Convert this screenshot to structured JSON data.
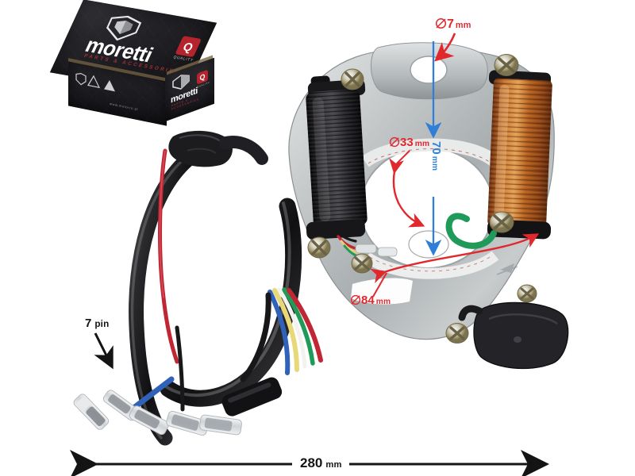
{
  "image": {
    "background_color": "#ffffff",
    "subject": "motorcycle-stator-ignition-assembly-with-wiring-harness"
  },
  "product_box": {
    "brand": "moretti",
    "tagline": "PARTS & ACCESSORIES",
    "quality_badge_letter": "Q",
    "quality_badge_sub": "QUALITY",
    "website": "www.motorro.pl",
    "box_color": "#1b1b1e",
    "accent_color": "#b5242c"
  },
  "annotations": [
    {
      "id": "dia-7",
      "symbol": "diameter-symbol",
      "value": "7",
      "unit": "mm",
      "color": "#e1282d",
      "pointer": "red-straight-arrow",
      "target": "top-mounting-hole"
    },
    {
      "id": "dia-33",
      "symbol": "diameter-symbol",
      "value": "33",
      "unit": "mm",
      "color": "#e1282d",
      "pointer": "red-curved-double-arrow",
      "target": "inner-bore"
    },
    {
      "id": "len-70",
      "symbol": "",
      "value": "70",
      "unit": "mm",
      "color": "#2f7fd8",
      "pointer": "blue-double-arrow-vertical",
      "target": "hole-center-to-bore-center",
      "orientation": "vertical"
    },
    {
      "id": "dia-84",
      "symbol": "diameter-symbol",
      "value": "84",
      "unit": "mm",
      "color": "#e1282d",
      "pointer": "red-curved-double-arrow",
      "target": "bolt-circle"
    },
    {
      "id": "pins-7",
      "symbol": "",
      "value": "7",
      "unit": "pin",
      "color": "#141414",
      "pointer": "black-straight-arrow",
      "target": "connector-terminals"
    },
    {
      "id": "len-280",
      "symbol": "",
      "value": "280",
      "unit": "mm",
      "color": "#141414",
      "pointer": "black-double-headed-dimension-line",
      "target": "overall-harness-length"
    }
  ],
  "parts": {
    "black_coil": "ignition-charge-coil-black-winding",
    "copper_coil": "lighting-coil-copper-winding",
    "base_plate": "aluminium-stator-base-plate",
    "pickup": "pickup-pulser-coil",
    "green_wire": "green-ground-wire",
    "grommet": "rubber-cable-grommet",
    "terminals": "bullet-terminal-connectors",
    "wire_colors": [
      "blue",
      "yellow",
      "white",
      "green",
      "red",
      "black"
    ]
  }
}
